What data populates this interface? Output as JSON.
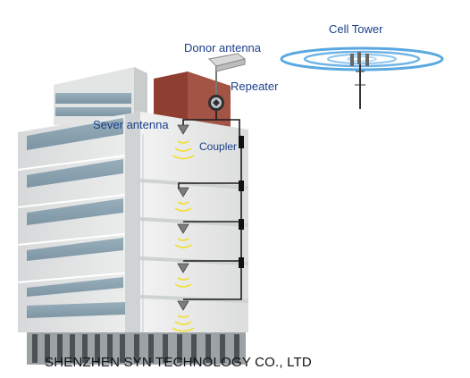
{
  "labels": {
    "cell_tower": "Cell Tower",
    "donor_antenna": "Donor antenna",
    "repeater": "Repeater",
    "server_antenna": "Sever antenna",
    "coupler": "Coupler"
  },
  "footer": {
    "company": "SHENZHEN SYN TECHNOLOGY CO., LTD"
  },
  "colors": {
    "label_text": "#1a3f8a",
    "window_blue": "#8ba3b2",
    "wall": "#e9eaea",
    "roof_room": "#9a4a3a",
    "signal_wave": "#f0e040",
    "tower_rings": "#5aa8e0",
    "cable": "#1b1b1b"
  },
  "icons": [
    "cell-tower-icon",
    "donor-antenna-icon",
    "repeater-icon",
    "server-antenna-icon",
    "coupler-icon",
    "signal-wave-icon"
  ]
}
